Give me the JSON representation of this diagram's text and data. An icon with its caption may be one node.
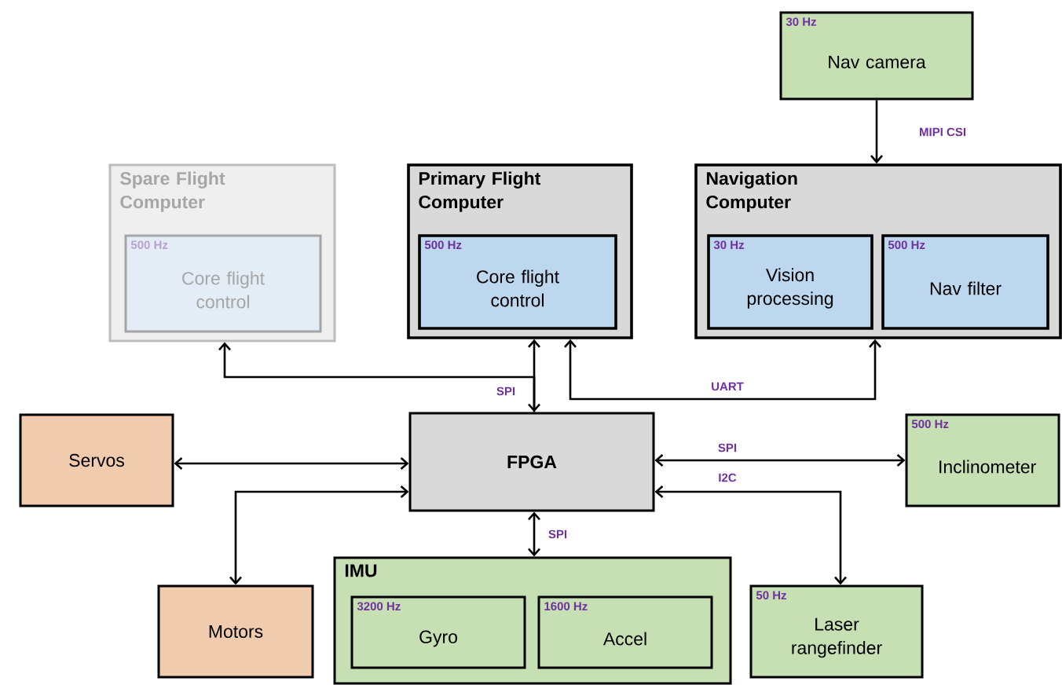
{
  "diagram": {
    "nodes": [
      {
        "text": [
          "30 Hz",
          "Nav camera"
        ]
      },
      {
        "text": [
          "Spare Flight Computer"
        ]
      },
      {
        "text": [
          "500 Hz",
          "Core flight control"
        ],
        "in": 1
      },
      {
        "text": [
          "Primary Flight Computer"
        ]
      },
      {
        "text": [
          "500 Hz",
          "Core flight control"
        ],
        "in": 3
      },
      {
        "text": [
          "Navigation Computer"
        ]
      },
      {
        "text": [
          "30 Hz",
          "Vision processing"
        ],
        "in": 5
      },
      {
        "text": [
          "500 Hz",
          "Nav filter"
        ],
        "in": 5
      },
      {
        "text": [
          "Servos"
        ]
      },
      {
        "text": [
          "FPGA"
        ]
      },
      {
        "text": [
          "500 Hz",
          "Inclinometer"
        ]
      },
      {
        "text": [
          "Motors"
        ]
      },
      {
        "text": [
          "IMU"
        ]
      },
      {
        "text": [
          "3200 Hz",
          "Gyro"
        ],
        "in": 12
      },
      {
        "text": [
          "1600 Hz",
          "Accel"
        ],
        "in": 12
      },
      {
        "text": [
          "50 Hz",
          "Laser rangefinder"
        ]
      }
    ],
    "edges": [
      {
        "from": 0,
        "to": 5,
        "arrow": "to",
        "label": "MIPI CSI"
      },
      {
        "from": 9,
        "to": 3,
        "arrow": "both",
        "label": "SPI"
      },
      {
        "from": 9,
        "to": 1,
        "arrow": "to"
      },
      {
        "from": 3,
        "to": 5,
        "arrow": "both",
        "label": "UART"
      },
      {
        "from": 8,
        "to": 9,
        "arrow": "both"
      },
      {
        "from": 9,
        "to": 11,
        "arrow": "both"
      },
      {
        "from": 9,
        "to": 10,
        "arrow": "both",
        "label": "SPI"
      },
      {
        "from": 9,
        "to": 15,
        "arrow": "both",
        "label": "I2C"
      },
      {
        "from": 9,
        "to": 12,
        "arrow": "both",
        "label": "SPI"
      }
    ]
  }
}
